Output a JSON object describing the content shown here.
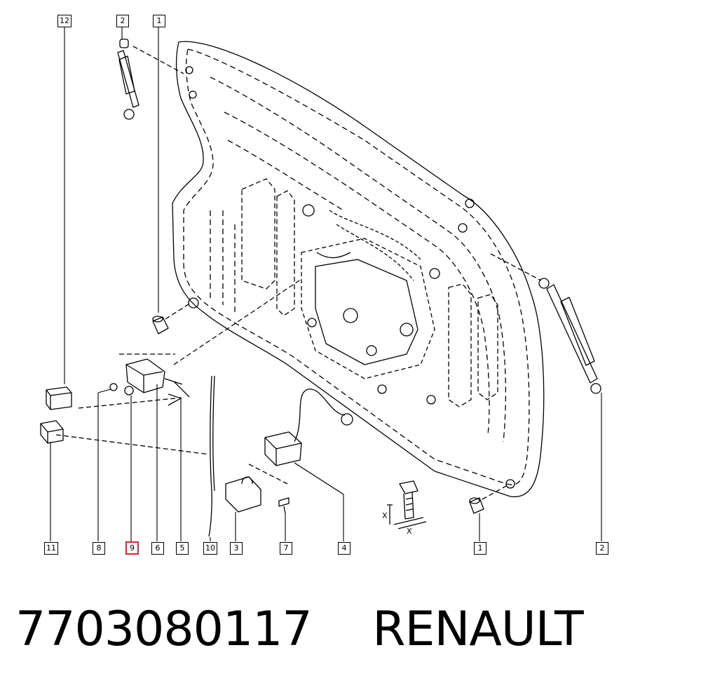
{
  "callouts": {
    "c12": "12",
    "c2_top": "2",
    "c1_top": "1",
    "c11": "11",
    "c8": "8",
    "c9": "9",
    "c6": "6",
    "c5": "5",
    "c10": "10",
    "c3": "3",
    "c7": "7",
    "c4": "4",
    "c1_bottom": "1",
    "c2_bottom": "2"
  },
  "highlighted_callout": "9",
  "dimension_labels": {
    "x1": "X",
    "x2": "X"
  },
  "footer": {
    "part_number": "7703080117",
    "brand": "RENAULT"
  },
  "colors": {
    "line": "#000000",
    "highlight": "#e0203a",
    "background": "#ffffff"
  }
}
